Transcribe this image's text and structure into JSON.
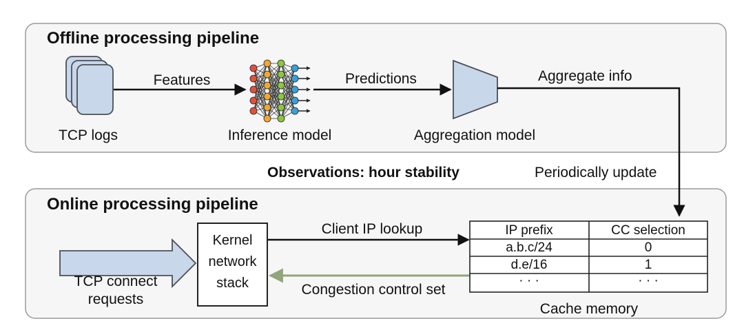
{
  "offline": {
    "title": "Offline processing pipeline",
    "features_label": "Features",
    "predictions_label": "Predictions",
    "aggregate_info_label": "Aggregate info",
    "tcp_logs_label": "TCP logs",
    "inference_model_label": "Inference model",
    "aggregation_model_label": "Aggregation model"
  },
  "middle": {
    "observations_label": "Observations: hour stability",
    "periodic_update_label": "Periodically update"
  },
  "online": {
    "title": "Online processing pipeline",
    "requests_line1": "TCP connect",
    "requests_line2": "requests",
    "kernel_line1": "Kernel",
    "kernel_line2": "network",
    "kernel_line3": "stack",
    "lookup_label": "Client IP lookup",
    "cc_set_label": "Congestion control set",
    "cache_label": "Cache memory"
  },
  "table": {
    "headers": [
      "IP prefix",
      "CC selection"
    ],
    "rows": [
      [
        "a.b.c/24",
        "0"
      ],
      [
        "d.e/16",
        "1"
      ],
      [
        "· · ·",
        "· · ·"
      ]
    ]
  },
  "colors": {
    "shape_fill": "#c9d7ea",
    "shape_stroke": "#4a4f57",
    "panel_fill": "#f6f6f6",
    "panel_stroke": "#9a9a9a",
    "feedback_arrow": "#8fa57a",
    "node_colors": [
      "#e0503a",
      "#f0a830",
      "#8cc63f",
      "#3aa0d8",
      "#333333"
    ]
  },
  "icons": {
    "logs": "stacked-documents-icon",
    "model": "neural-network-icon",
    "aggregator": "trapezoid-funnel-icon"
  }
}
